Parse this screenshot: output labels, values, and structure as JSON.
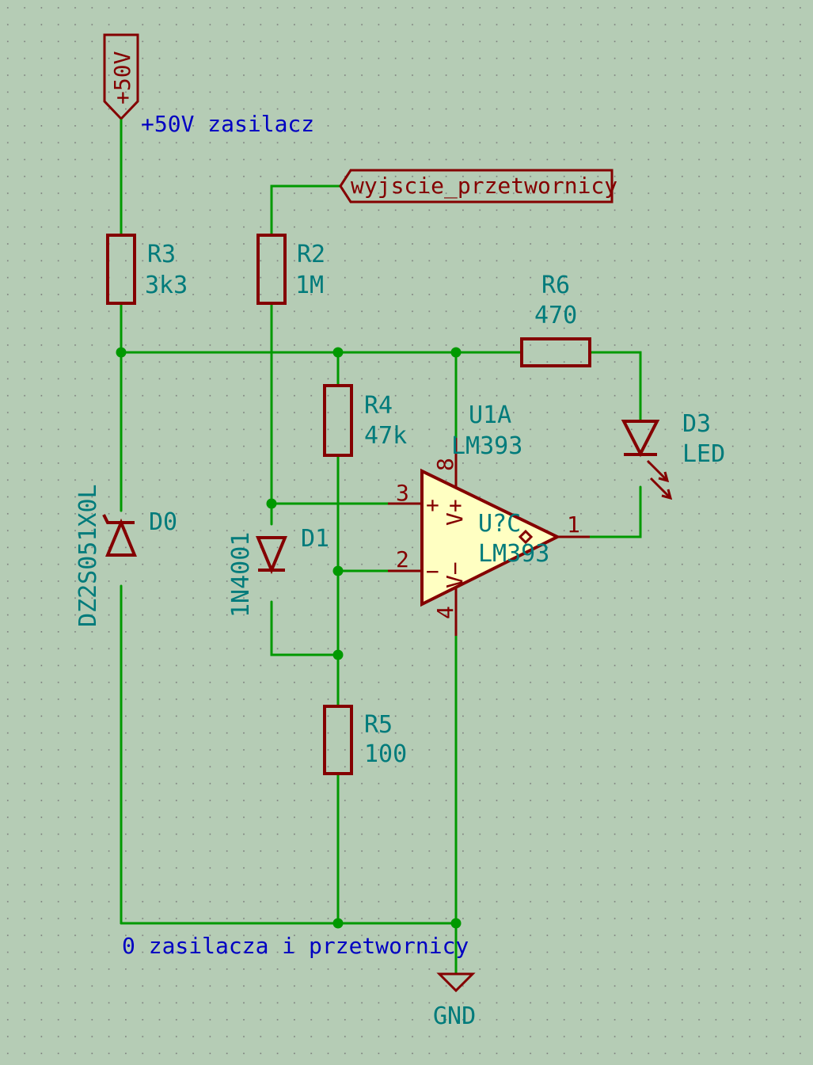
{
  "colors": {
    "background": "#b5ccb5",
    "wire": "#009900",
    "symbol": "#840000",
    "opamp_fill": "#ffffc2",
    "reference_text": "#007b7b",
    "net_label_text": "#0000c2"
  },
  "power_label": "+50V",
  "hier_label": "wyjscie_przetwornicy",
  "net_labels": {
    "supply": "+50V zasilacz",
    "ground_bus": "0 zasilacza i przetwornicy"
  },
  "gnd_label": "GND",
  "components": {
    "R3": {
      "ref": "R3",
      "value": "3k3"
    },
    "R2": {
      "ref": "R2",
      "value": "1M"
    },
    "R4": {
      "ref": "R4",
      "value": "47k"
    },
    "R5": {
      "ref": "R5",
      "value": "100"
    },
    "R6": {
      "ref": "R6",
      "value": "470"
    },
    "D0": {
      "ref": "D0",
      "value": "DZ2S051X0L"
    },
    "D1": {
      "ref": "D1",
      "value": "1N4001"
    },
    "D3": {
      "ref": "D3",
      "value": "LED"
    },
    "U1A": {
      "ref": "U1A",
      "value": "LM393",
      "inner_ref": "U?C",
      "inner_value": "LM393"
    }
  },
  "opamp_pins": {
    "plus_num": "3",
    "minus_num": "2",
    "out_num": "1",
    "vplus_num": "8",
    "vminus_num": "4",
    "plus_sign": "+",
    "minus_sign": "−",
    "vplus_label": "V+",
    "vminus_label": "V−"
  }
}
